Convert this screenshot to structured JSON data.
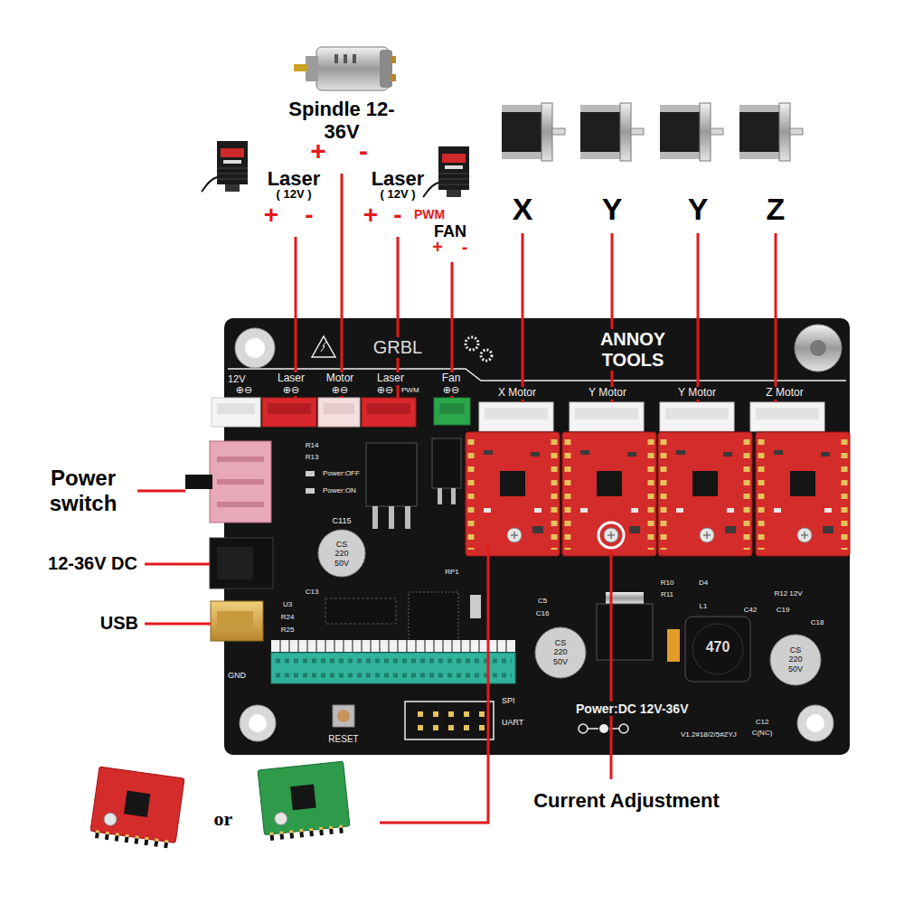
{
  "diagram": {
    "nodes": [
      {
        "text": [
          "GRBL",
          "ANNOY TOOLS",
          "12V",
          "⊕⊖",
          "Laser",
          "⊕⊖",
          "Motor",
          "⊕⊖",
          "Laser",
          "⊕⊖",
          "PWM",
          "Fan",
          "⊕⊖",
          "X Motor",
          "Y Motor",
          "Y Motor",
          "Z Motor",
          "R14",
          "R13",
          "Power:OFF",
          "Power:ON",
          "C115",
          "C13",
          "U3",
          "R24",
          "R25",
          "RP1",
          "C5",
          "C16",
          "R10",
          "R11",
          "D4",
          "L1",
          "R12 12V",
          "C42",
          "C19",
          "C18",
          "GND",
          "RESET",
          "SPI",
          "UART",
          "Power:DC 12V-36V",
          "V1.2#18/2/5#ZYJ",
          "C12",
          "C(NC)"
        ]
      }
    ],
    "labels": [
      "Spindle 12-36V",
      "+",
      "-",
      "Laser",
      "( 12V )",
      "Laser",
      "( 12V )",
      "+",
      "-",
      "+",
      "-",
      "PWM",
      "FAN",
      "+",
      "-",
      "X",
      "Y",
      "Y",
      "Z",
      "Power switch",
      "12-36V DC",
      "USB",
      "CS 220 50V",
      "CS 220 50V",
      "CS 220 50V",
      "470",
      "Current Adjustment",
      "or"
    ]
  }
}
